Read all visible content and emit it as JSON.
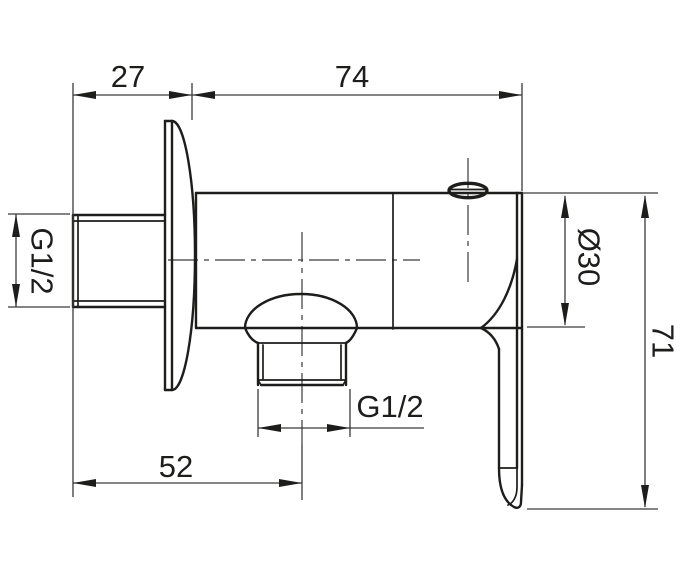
{
  "drawing": {
    "type": "technical-dimension-drawing",
    "subject": "wall-mounted angle valve with lever, side profile",
    "units_implied": "mm",
    "colors": {
      "line": "#1d1d1b",
      "dim_line": "#3a3a3a",
      "background": "#ffffff"
    },
    "labels": {
      "top_small": "27",
      "top_large": "74",
      "inlet_thread": "G1/2",
      "outlet_thread": "G1/2",
      "body_diameter": "Ø30",
      "total_height": "71",
      "bottom_width": "52"
    }
  }
}
